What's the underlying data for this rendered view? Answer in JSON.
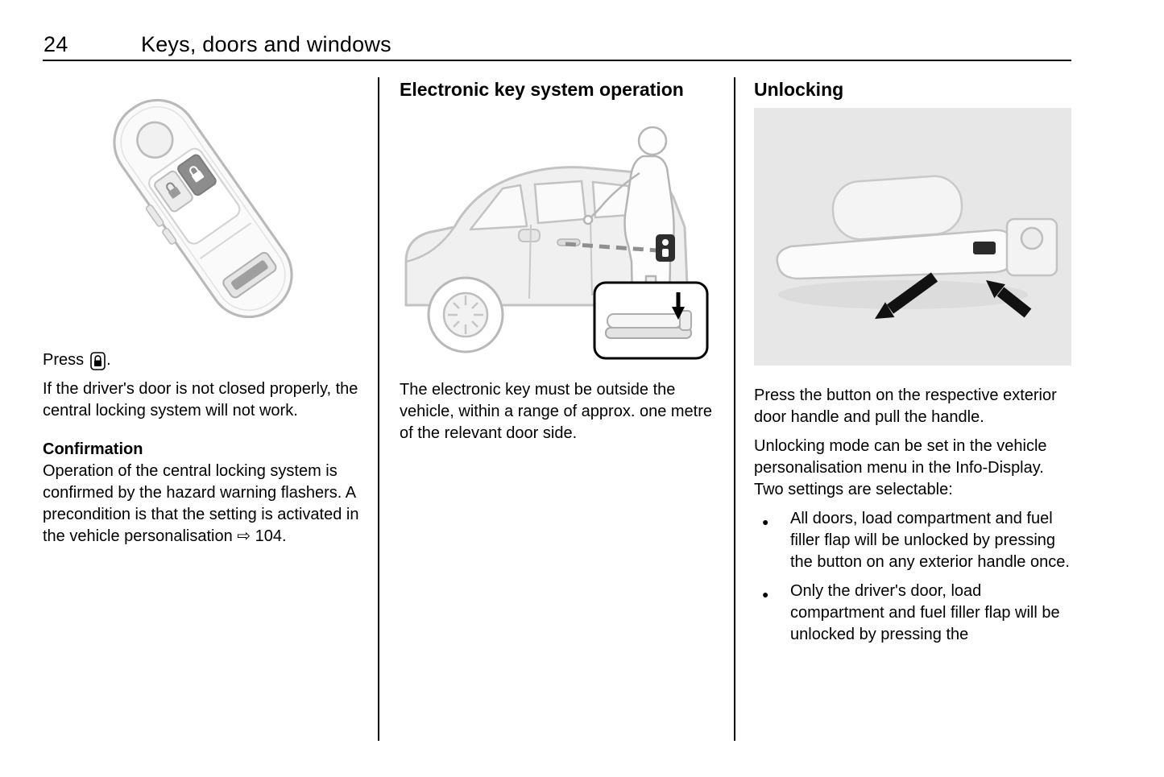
{
  "page": {
    "number": "24",
    "section_title": "Keys, doors and windows"
  },
  "icons": {
    "press_button": "lock-button-icon",
    "page_reference": "page-reference-arrow",
    "bullet": "●"
  },
  "left": {
    "press_prefix": "Press",
    "press_suffix": ".",
    "para1": "If the driver's door is not closed properly, the central locking system will not work.",
    "confirmation_heading": "Confirmation",
    "confirmation_text": "Operation of the central locking system is confirmed by the hazard warning flashers. A precondition is that the setting is activated in the vehicle personalisation",
    "reference_icon": "⇨",
    "reference_number": "104."
  },
  "middle": {
    "heading": "Electronic key system operation",
    "para1": "The electronic key must be outside the vehicle, within a range of approx. one metre of the relevant door side."
  },
  "right": {
    "heading": "Unlocking",
    "para1": "Press the button on the respective exterior door handle and pull the handle.",
    "para2": "Unlocking mode can be set in the vehicle personalisation menu in the Info-Display. Two settings are selectable:",
    "bullets": [
      "All doors, load compartment and fuel filler flap will be unlocked by pressing the button on any exterior handle once.",
      "Only the driver's door, load compartment and fuel filler flap will be unlocked by pressing the"
    ]
  },
  "colors": {
    "figure_background": "#e7e7e7",
    "text": "#000000"
  }
}
